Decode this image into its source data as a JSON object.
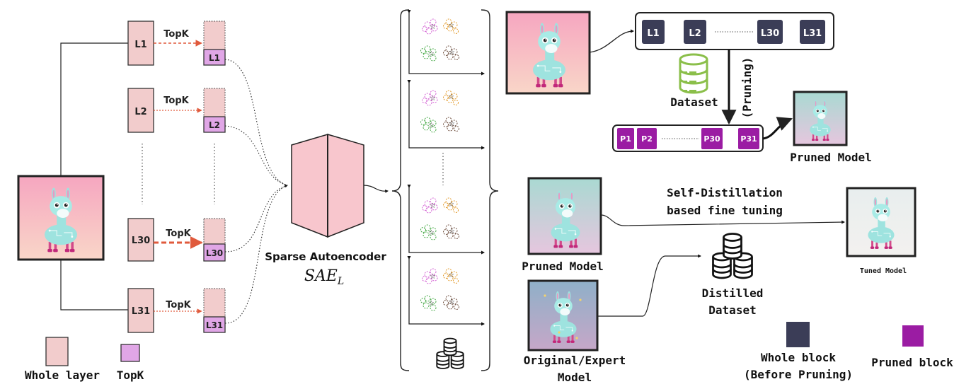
{
  "layers": [
    "L1",
    "L2",
    "L30",
    "L31"
  ],
  "topk_label": "TopK",
  "sae": {
    "title": "Sparse Autoencoder",
    "symbol": "SAE",
    "subscript": "L"
  },
  "whole_blocks": [
    "L1",
    "L2",
    "L30",
    "L31"
  ],
  "pruned_blocks": [
    "P1",
    "P2",
    "P30",
    "P31"
  ],
  "labels": {
    "dataset": "Dataset",
    "pruning": "(Pruning)",
    "pruned_model_top": "Pruned Model",
    "self_distill_line1": "Self-Distillation",
    "self_distill_line2": "based fine tuning",
    "pruned_model_mid": "Pruned Model",
    "original_line1": "Original/Expert",
    "original_line2": "Model",
    "distilled_line1": "Distilled",
    "distilled_line2": "Dataset",
    "tuned_model": "Tuned Model"
  },
  "legend": {
    "whole_layer": "Whole layer",
    "topk": "TopK",
    "whole_block_line1": "Whole block",
    "whole_block_line2": "(Before Pruning)",
    "pruned_block": "Pruned block"
  },
  "colors": {
    "layer_fill": "#f2cccc",
    "topk_fill": "#e0a6e6",
    "whole_block": "#3b3d57",
    "pruned_block": "#9b1ca3",
    "topk_arrow": "#e05a3c",
    "dataset_icon": "#8bbf4a"
  }
}
